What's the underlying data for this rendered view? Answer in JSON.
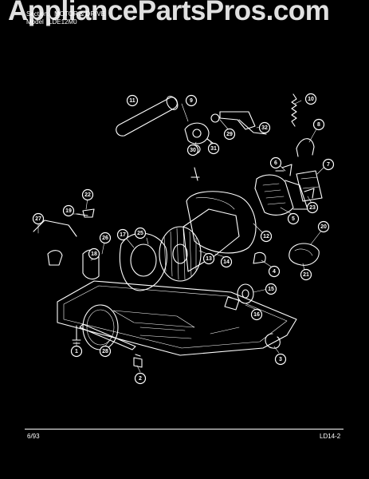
{
  "watermark": "AppliancePartsPros.com",
  "header": {
    "section_label": "Section:",
    "section_value": "MOTOR & DRIVE",
    "model_label": "Model",
    "model_value": "LDE12M0"
  },
  "footer": {
    "date": "6/93",
    "code": "LD14-2"
  },
  "callouts": [
    "1",
    "2",
    "3",
    "4",
    "5",
    "6",
    "7",
    "8",
    "9",
    "10",
    "11",
    "12",
    "13",
    "14",
    "15",
    "16",
    "17",
    "18",
    "19",
    "20",
    "21",
    "22",
    "23",
    "25",
    "26",
    "27",
    "28",
    "29",
    "30",
    "31",
    "32"
  ],
  "colors": {
    "background": "#000000",
    "ink": "#ffffff"
  }
}
